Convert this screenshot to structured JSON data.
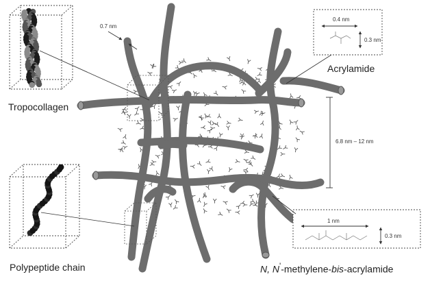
{
  "labels": {
    "tropocollagen": "Tropocollagen",
    "polypeptide": "Polypeptide chain",
    "acrylamide": "Acrylamide",
    "crosslinker_pre1": "N, N",
    "crosslinker_prime": "'",
    "crosslinker_pre2": "-methylene-",
    "crosslinker_bis": "bis",
    "crosslinker_post": "-acrylamide"
  },
  "dimensions": {
    "fiber_width": "0.7 nm",
    "acrylamide_length": "0.4 nm",
    "acrylamide_height": "0.3 nm",
    "mesh_size": "6.8 nm – 12 nm",
    "crosslinker_length": "1 nm",
    "crosslinker_height": "0.3 nm"
  },
  "colors": {
    "fiber": "#6d6d6d",
    "fiber_edge": "#4a4a4a",
    "molecule": "#555555",
    "dashed_box": "#444444",
    "text": "#1f1f1f"
  }
}
